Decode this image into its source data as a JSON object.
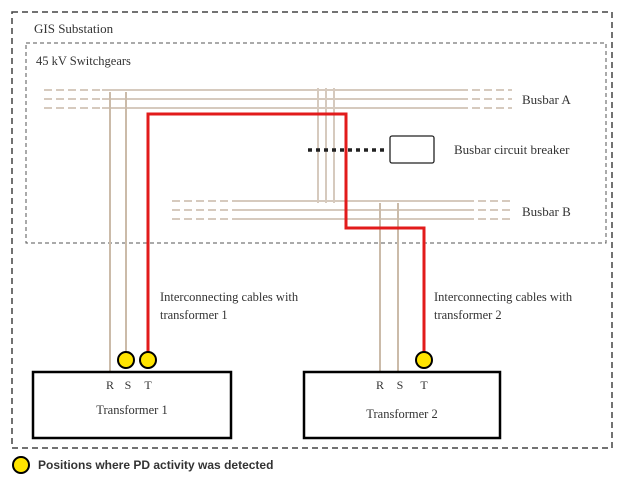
{
  "substation": {
    "title": "GIS Substation"
  },
  "switchgear": {
    "title": "45 kV Switchgears"
  },
  "busbars": {
    "a": "Busbar A",
    "b": "Busbar B"
  },
  "breaker": {
    "label": "Busbar circuit breaker"
  },
  "cables": {
    "t1": [
      "Interconnecting cables with",
      "transformer 1"
    ],
    "t2": [
      "Interconnecting cables with",
      "transformer 2"
    ]
  },
  "transformers": [
    {
      "name": "Transformer 1",
      "phases": [
        "R",
        "S",
        "T"
      ]
    },
    {
      "name": "Transformer 2",
      "phases": [
        "R",
        "S",
        "T"
      ]
    }
  ],
  "legend": {
    "label": "Positions where PD activity was detected"
  },
  "colors": {
    "cable_highlight": "#e21b1b",
    "cable": "#c8b8a8",
    "pd_marker": "#ffe400"
  }
}
